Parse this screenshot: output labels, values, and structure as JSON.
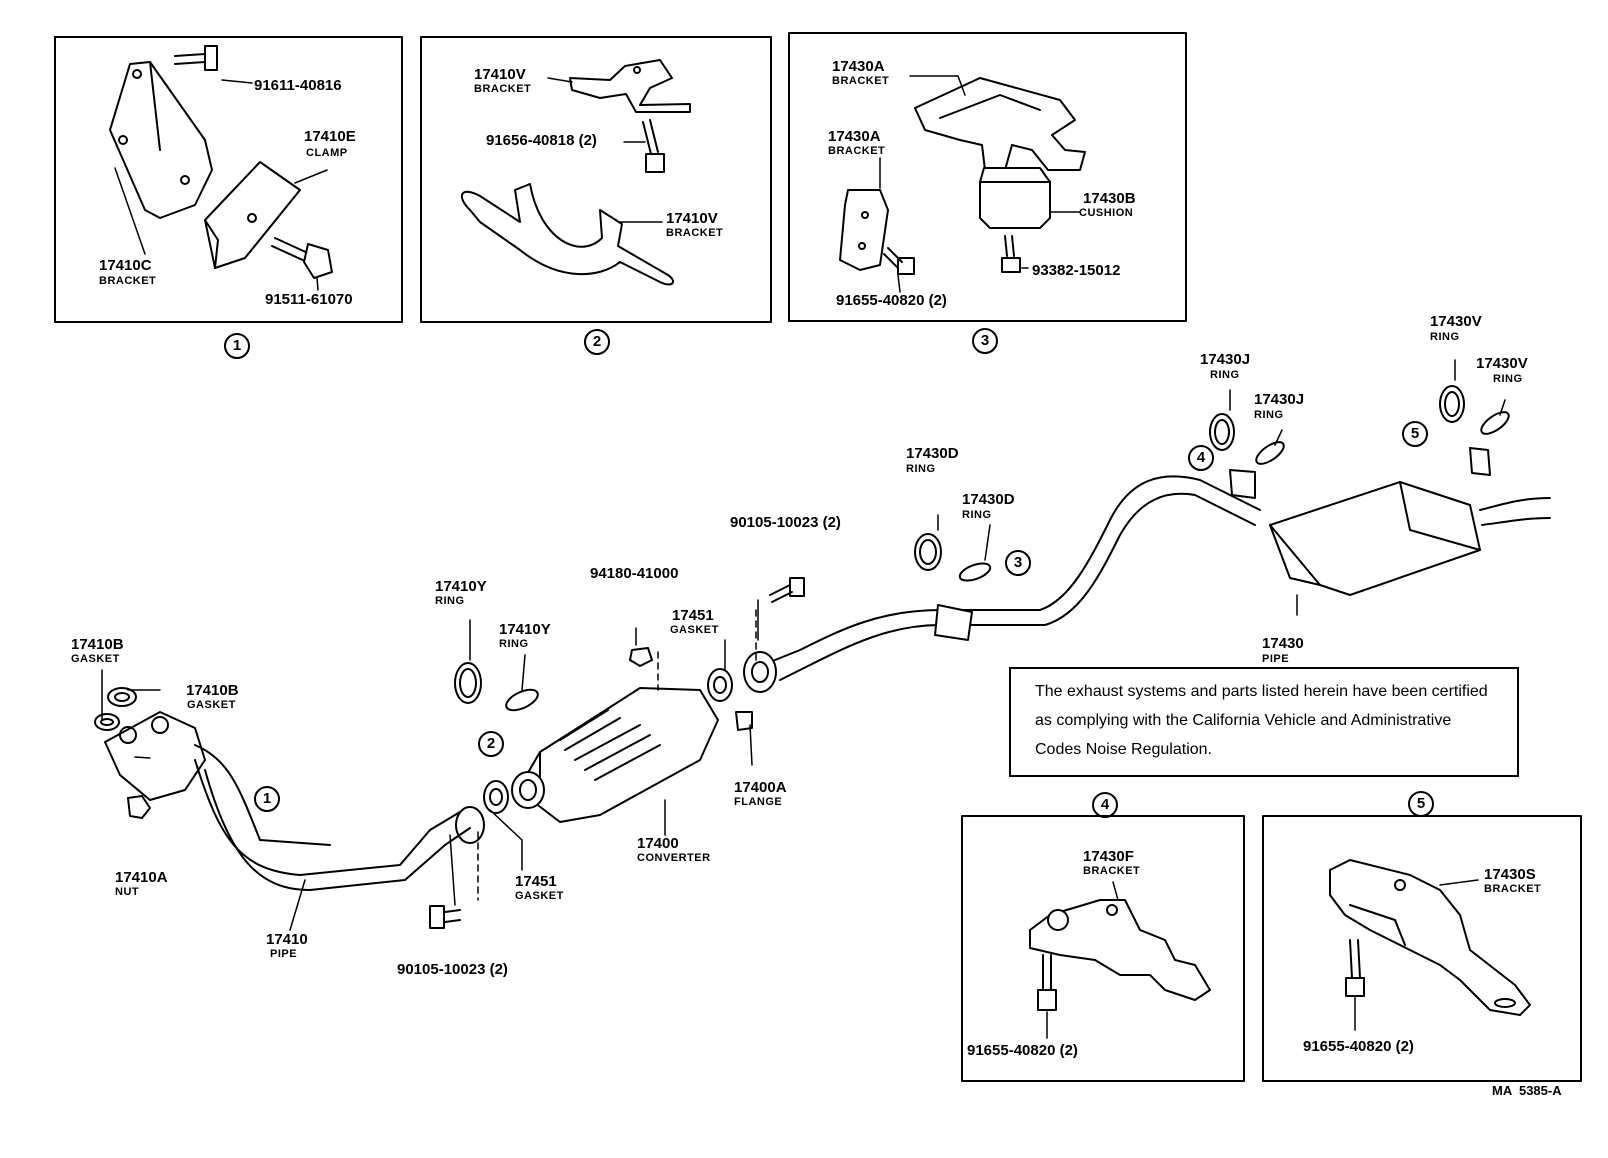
{
  "parts": {
    "p91611_40816": "91611-40816",
    "p17410e": "17410E",
    "clamp": "CLAMP",
    "p17410c": "17410C",
    "bracket_c": "BRACKET",
    "p91511_61070": "91511-61070",
    "p17410v_top": "17410V",
    "bracket_v_top": "BRACKET",
    "p91656_40818": "91656-40818 (2)",
    "p17410v_bot": "17410V",
    "bracket_v_bot": "BRACKET",
    "p17430a_top": "17430A",
    "bracket_a_top": "BRACKET",
    "p17430a_bot": "17430A",
    "bracket_a_bot": "BRACKET",
    "p17430b": "17430B",
    "cushion": "CUSHION",
    "p93382_15012": "93382-15012",
    "p91655_40820_a": "91655-40820 (2)",
    "p17430v_a": "17430V",
    "ring_v_a": "RING",
    "p17430v_b": "17430V",
    "ring_v_b": "RING",
    "p17430j_a": "17430J",
    "ring_j_a": "RING",
    "p17430j_b": "17430J",
    "ring_j_b": "RING",
    "p17430d_a": "17430D",
    "ring_d_a": "RING",
    "p17430d_b": "17430D",
    "ring_d_b": "RING",
    "p90105_10023_top": "90105-10023 (2)",
    "p94180_41000": "94180-41000",
    "p17410y_a": "17410Y",
    "ring_y_a": "RING",
    "p17410y_b": "17410Y",
    "ring_y_b": "RING",
    "p17451_top": "17451",
    "gasket_451_top": "GASKET",
    "p17410b_a": "17410B",
    "gasket_b_a": "GASKET",
    "p17410b_b": "17410B",
    "gasket_b_b": "GASKET",
    "p17430": "17430",
    "pipe_430": "PIPE",
    "p17400a": "17400A",
    "flange": "FLANGE",
    "p17400": "17400",
    "converter": "CONVERTER",
    "p17451_bot": "17451",
    "gasket_451_bot": "GASKET",
    "p17410a": "17410A",
    "nut": "NUT",
    "p17410": "17410",
    "pipe_410": "PIPE",
    "p90105_10023_bot": "90105-10023 (2)",
    "p17430f": "17430F",
    "bracket_f": "BRACKET",
    "p91655_40820_b": "91655-40820 (2)",
    "p17430s": "17430S",
    "bracket_s": "BRACKET",
    "p91655_40820_c": "91655-40820 (2)"
  },
  "callouts": {
    "c1": "1",
    "c2": "2",
    "c3": "3",
    "c4": "4",
    "c5": "5"
  },
  "notice": "The exhaust systems and parts listed herein have been certified as complying with the California Vehicle and Administrative Codes Noise Regulation.",
  "drawing_code": "MA  5385-A"
}
